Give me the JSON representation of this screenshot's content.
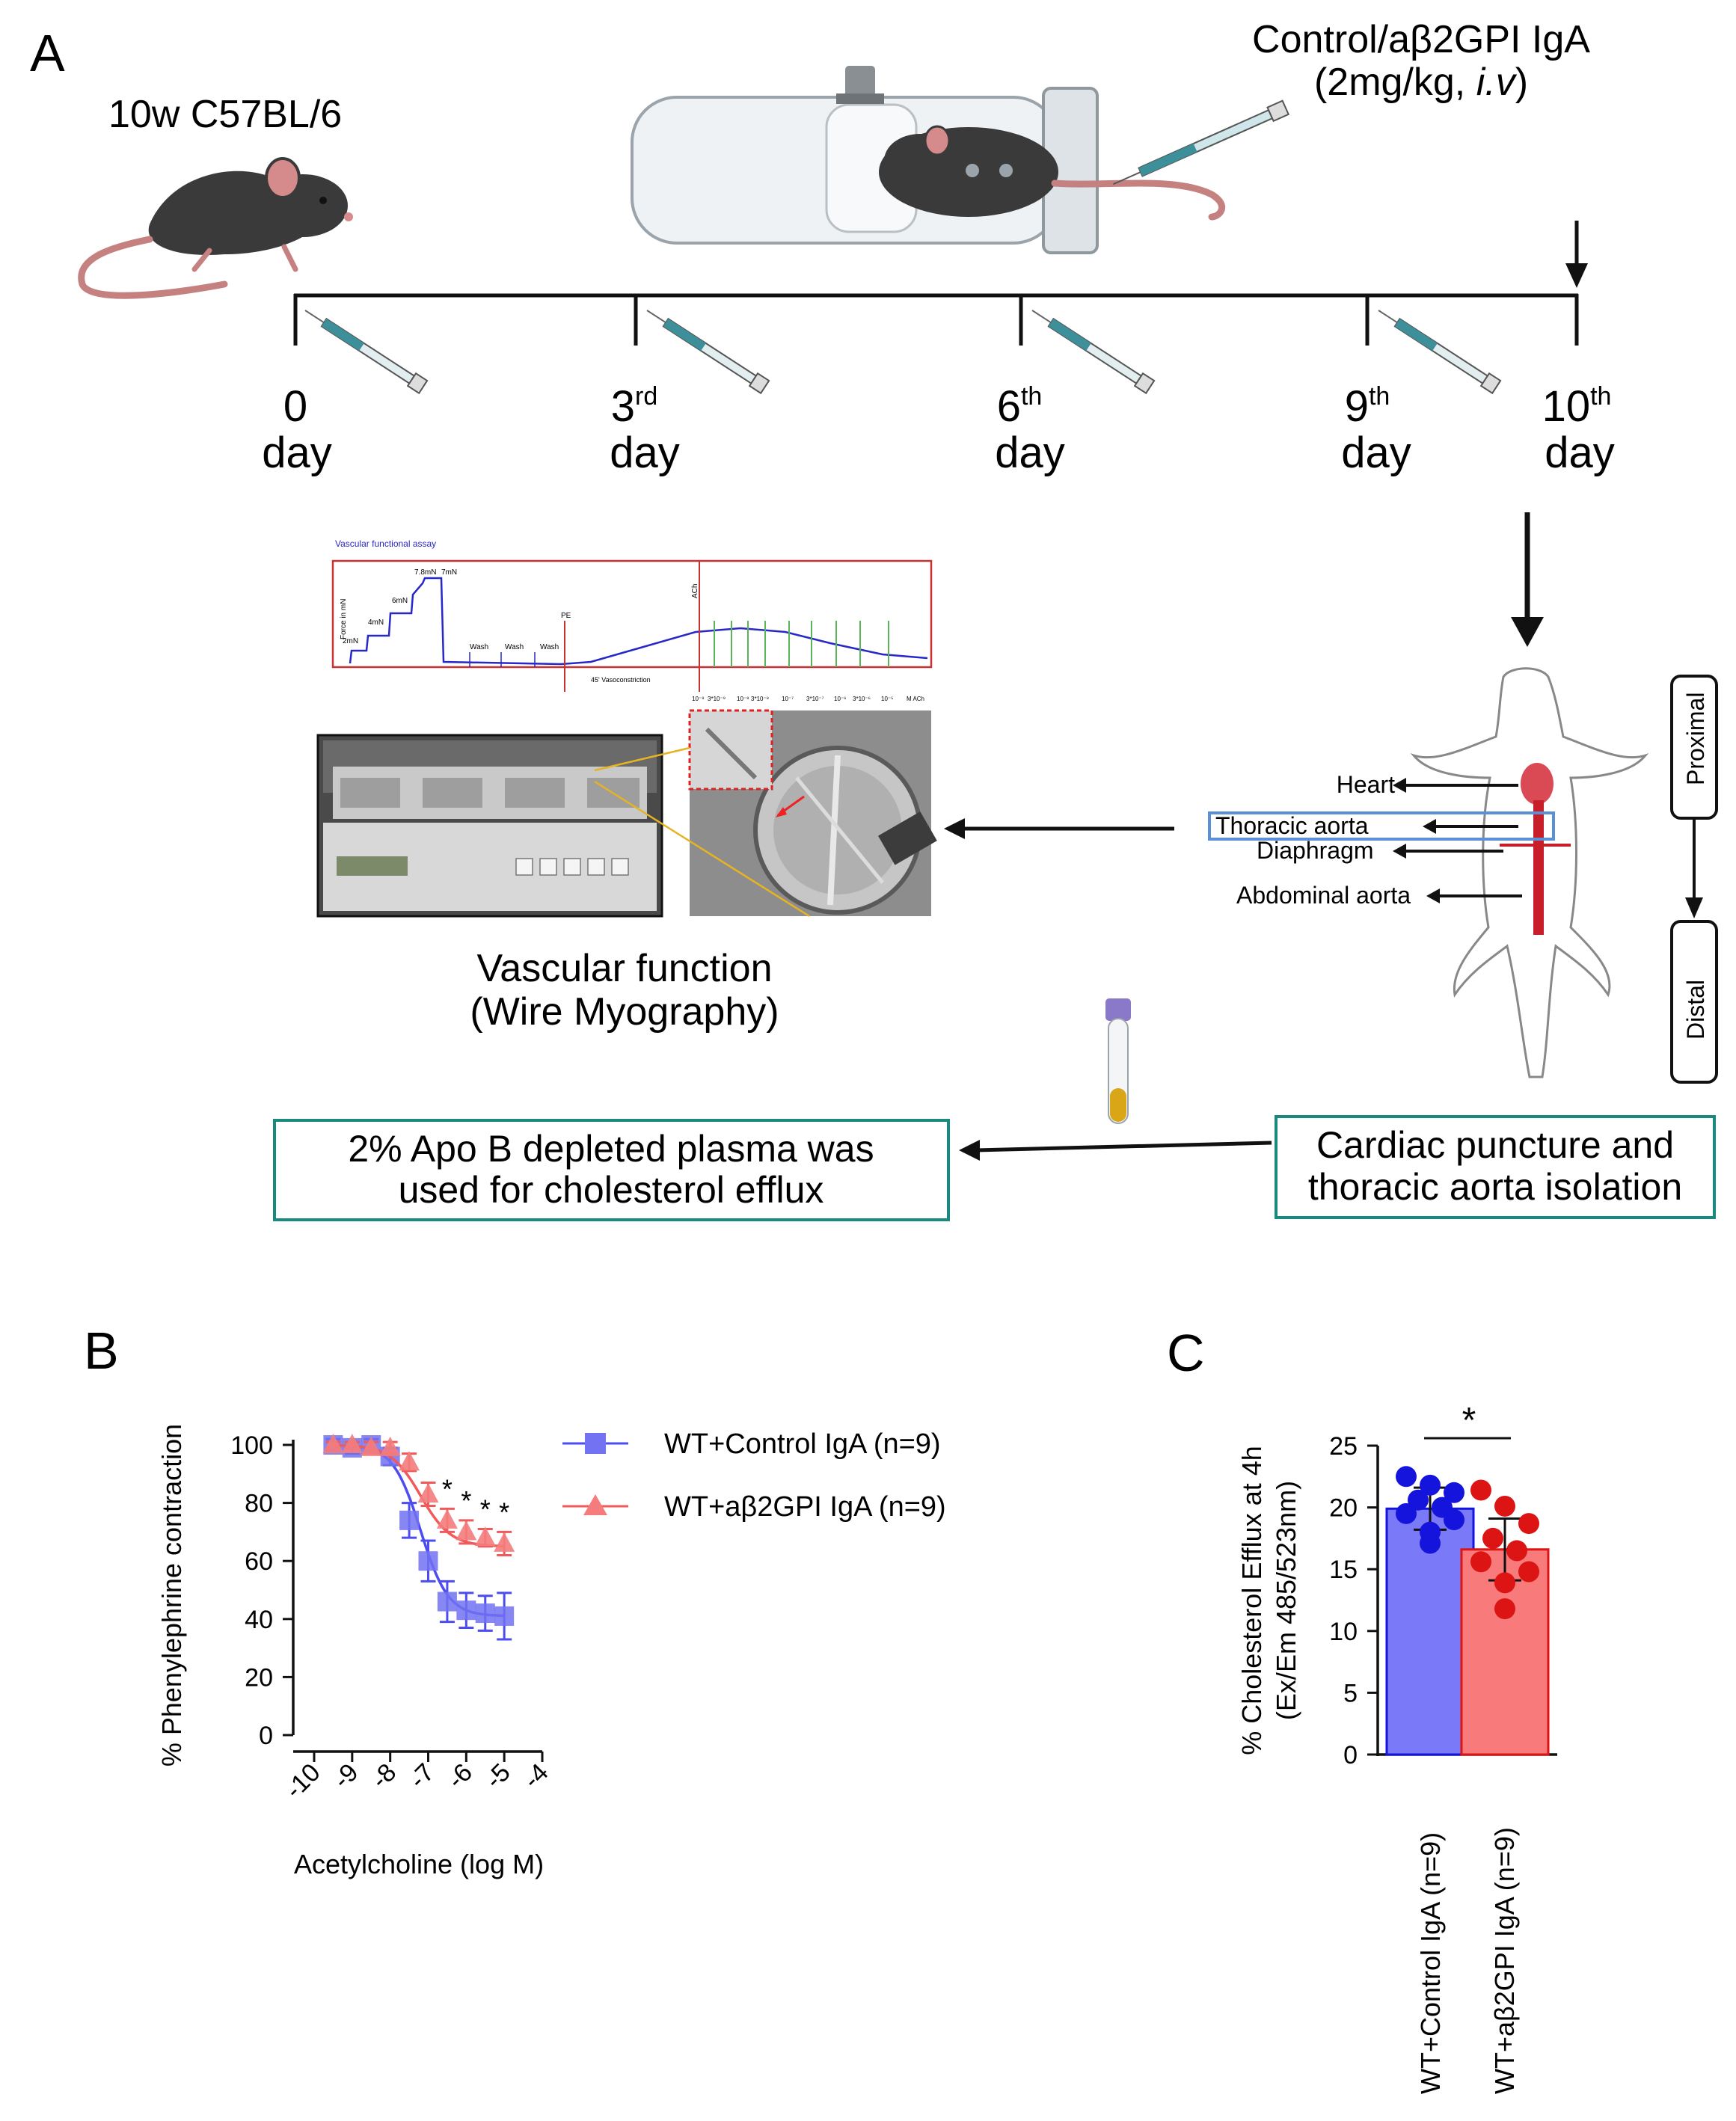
{
  "panels": {
    "a": "A",
    "b": "B",
    "c": "C"
  },
  "panel_a": {
    "mouse_label": "10w C57BL/6",
    "injection_line1": "Control/aβ2GPI IgA",
    "injection_line2_prefix": "(2mg/kg, ",
    "injection_line2_route": "i.v",
    "injection_line2_suffix": ")",
    "days": [
      {
        "num": "0",
        "sup": "",
        "word": "day"
      },
      {
        "num": "3",
        "sup": "rd",
        "word": "day"
      },
      {
        "num": "6",
        "sup": "th",
        "word": "day"
      },
      {
        "num": "9",
        "sup": "th",
        "word": "day"
      },
      {
        "num": "10",
        "sup": "th",
        "word": "day"
      }
    ],
    "trace": {
      "title": "Vascular functional assay",
      "y_axis": "Force in mN",
      "steps": [
        "2mN",
        "4mN",
        "6mN",
        "7.8mN",
        "7mN"
      ],
      "wash": [
        "Wash",
        "Wash",
        "Wash"
      ],
      "pe": "PE",
      "ach": "ACh",
      "vasoconstriction": "45' Vasoconstriction",
      "doses": [
        "10⁻⁹",
        "3*10⁻⁹",
        "10⁻⁸",
        "3*10⁻⁸",
        "10⁻⁷",
        "3*10⁻⁷",
        "10⁻⁶",
        "3*10⁻⁶",
        "10⁻⁵",
        "M ACh"
      ]
    },
    "myograph_caption_1": "Vascular function",
    "myograph_caption_2": "(Wire Myography)",
    "anatomy": {
      "heart": "Heart",
      "thoracic_aorta": "Thoracic aorta",
      "diaphragm": "Diaphragm",
      "abdominal_aorta": "Abdominal aorta",
      "proximal": "Proximal",
      "distal": "Distal"
    },
    "box_left_1": "2% Apo B depleted plasma was",
    "box_left_2": "used for cholesterol efflux",
    "box_right_1": "Cardiac puncture and",
    "box_right_2": "thoracic aorta isolation"
  },
  "colors": {
    "control": "#4c4cf0",
    "agpi": "#f05a5a",
    "teal_box": "#1a8a80",
    "trace_frame": "#c83232",
    "trace_line": "#2828c8",
    "green_marks": "#5ab45a"
  },
  "chart_data": [
    {
      "type": "line",
      "panel": "B",
      "xlabel": "Acetylcholine (log M)",
      "ylabel": "% Phenylephrine contraction",
      "xlim": [
        -10,
        -4
      ],
      "ylim": [
        0,
        100
      ],
      "x_ticks": [
        "-10",
        "-9",
        "-8",
        "-7",
        "-6",
        "-5",
        "-4"
      ],
      "y_ticks": [
        "0",
        "20",
        "40",
        "60",
        "80",
        "100"
      ],
      "legend_position": "right",
      "series": [
        {
          "name": "WT+Control IgA (n=9)",
          "color": "#4c4cf0",
          "marker": "square",
          "x": [
            -9.5,
            -9.0,
            -8.5,
            -8.0,
            -7.5,
            -7.0,
            -6.5,
            -6.0,
            -5.5,
            -5.0
          ],
          "y": [
            100,
            99,
            100,
            96,
            74,
            60,
            46,
            43,
            42,
            41
          ],
          "err": [
            2,
            2,
            2,
            3,
            6,
            7,
            7,
            6,
            6,
            8
          ],
          "fit": {
            "top": 100,
            "bottom": 41,
            "log_ec50": -7.2,
            "hill": 1.2
          }
        },
        {
          "name": "WT+aβ2GPI  IgA (n=9)",
          "color": "#f05a5a",
          "marker": "triangle",
          "x": [
            -9.5,
            -9.0,
            -8.5,
            -8.0,
            -7.5,
            -7.0,
            -6.5,
            -6.0,
            -5.5,
            -5.0
          ],
          "y": [
            100,
            100,
            99,
            99,
            94,
            83,
            74,
            70,
            68,
            66
          ],
          "err": [
            1,
            1,
            2,
            2,
            3,
            4,
            4,
            4,
            3,
            4
          ],
          "fit": {
            "top": 100,
            "bottom": 65,
            "log_ec50": -7.2,
            "hill": 1.1
          }
        }
      ],
      "significance": {
        "marker": "*",
        "x": [
          -6.5,
          -6.0,
          -5.5,
          -5.0
        ]
      }
    },
    {
      "type": "bar",
      "panel": "C",
      "ylabel_line1": "% Cholesterol Efflux at 4h",
      "ylabel_line2": "(Ex/Em 485/523nm)",
      "ylim": [
        0,
        25
      ],
      "y_ticks": [
        "0",
        "5",
        "10",
        "15",
        "20",
        "25"
      ],
      "categories": [
        "WT+Control IgA (n=9)",
        "WT+aβ2GPI IgA (n=9)"
      ],
      "values": [
        19.9,
        16.6
      ],
      "err": [
        1.7,
        2.5
      ],
      "colors": [
        "#7a7af8",
        "#f87a7a"
      ],
      "edge_colors": [
        "#1414dc",
        "#dc1414"
      ],
      "points": [
        [
          22.5,
          21.8,
          21.2,
          20.6,
          20.0,
          19.5,
          19.0,
          18.0,
          17.1
        ],
        [
          21.4,
          20.1,
          18.7,
          17.5,
          16.5,
          15.6,
          14.8,
          13.9,
          11.8
        ]
      ],
      "significance": "*"
    }
  ]
}
